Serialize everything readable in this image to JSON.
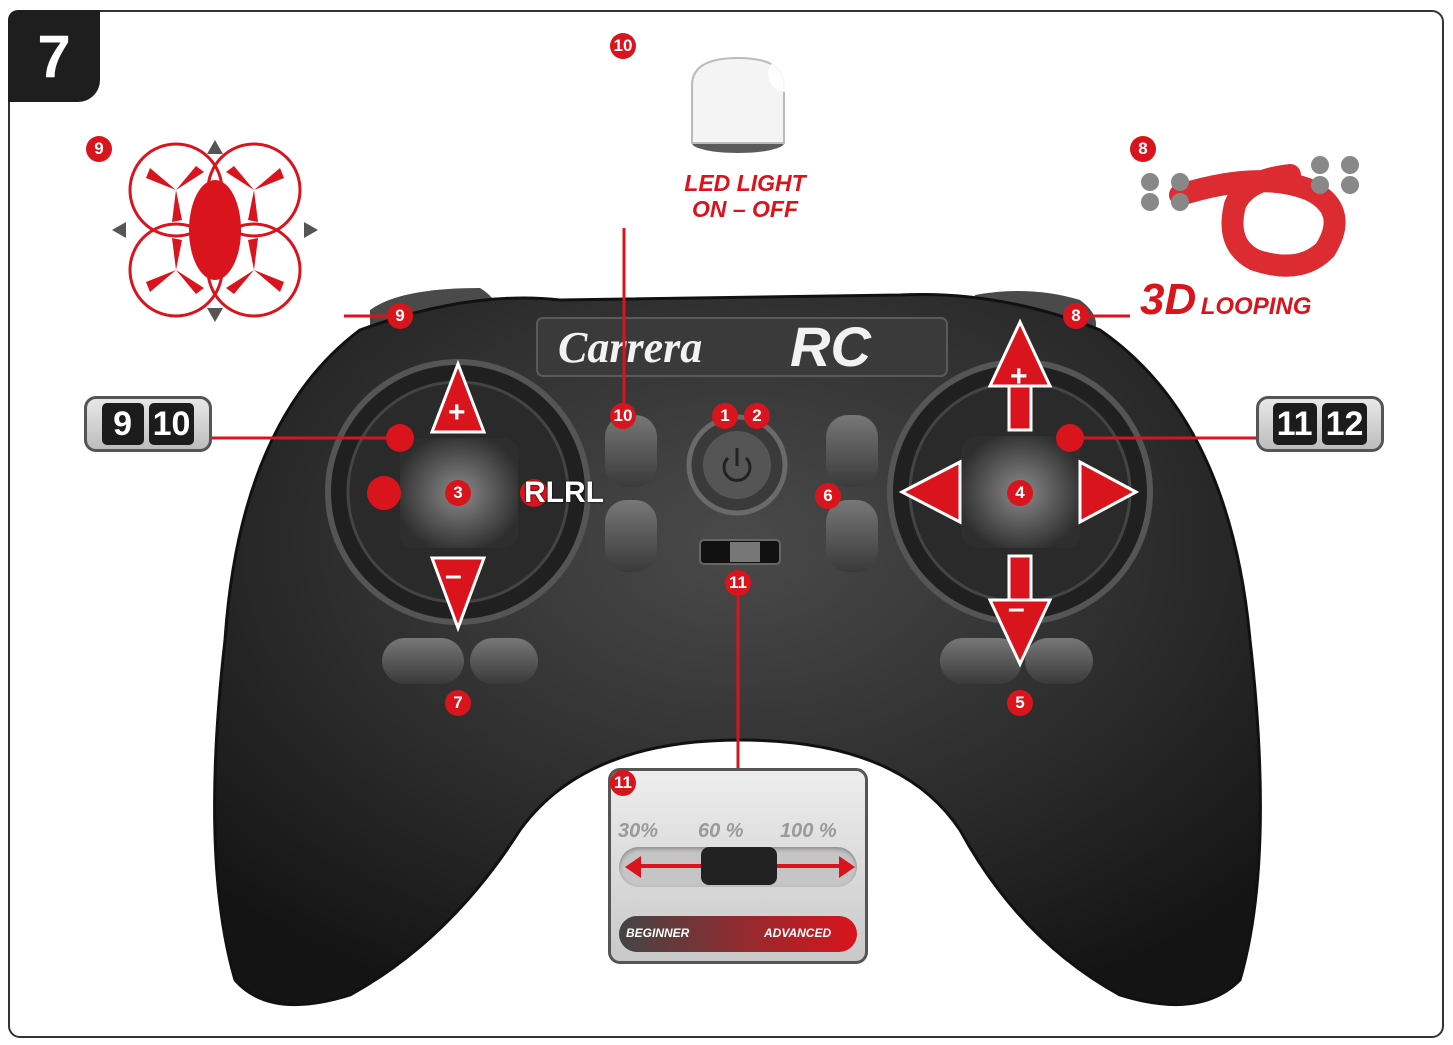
{
  "step_number": "7",
  "callouts": {
    "led_panel": "10",
    "led_button": "10",
    "looping_panel": "8",
    "looping_button": "8",
    "flip_panel": "9",
    "flip_button": "9",
    "power_a": "1",
    "power_b": "2",
    "left_stick": "3",
    "right_stick": "4",
    "right_lower_buttons": "5",
    "center_right_trim": "6",
    "left_lower_buttons": "7",
    "speed_switch": "11",
    "speed_panel": "11"
  },
  "key_panels": {
    "left": [
      "9",
      "10"
    ],
    "right": [
      "11",
      "12"
    ]
  },
  "led_panel": {
    "line1": "LED LIGHT",
    "line2": "ON – OFF"
  },
  "looping_panel": {
    "big": "3D",
    "small": "LOOPING"
  },
  "speed_panel": {
    "levels": [
      "30%",
      "60 %",
      "100 %"
    ],
    "left_label": "BEGINNER",
    "right_label": "ADVANCED"
  },
  "logo": {
    "brand": "Carrera",
    "suffix": "RC"
  },
  "stick_marks": {
    "plus": "+",
    "minus": "–",
    "side_text": "RLRL"
  },
  "colors": {
    "accent_red": "#d9141c",
    "controller_body": "#2a2a2a",
    "panel_gray": "#d5d5d5"
  }
}
